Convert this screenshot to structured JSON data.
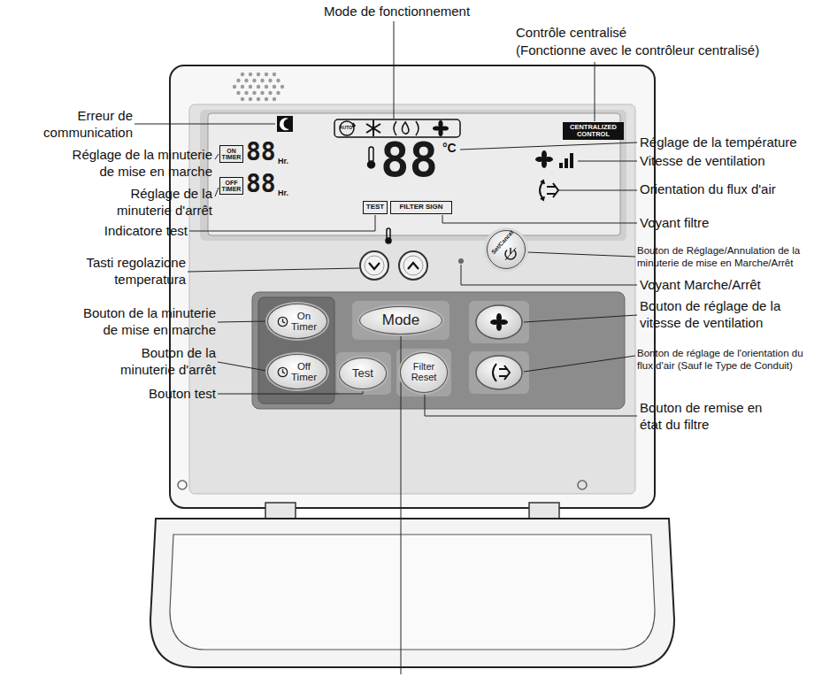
{
  "diagram": {
    "nodes": [
      {
        "text": [
          "CENTRALIZED CONTROL"
        ]
      },
      {
        "text": [
          "ON TIMER"
        ]
      },
      {
        "text": [
          "OFF TIMER"
        ]
      },
      {
        "text": [
          "TEST"
        ]
      },
      {
        "text": [
          "FILTER SIGN"
        ]
      },
      {
        "text": [
          "On Timer"
        ]
      },
      {
        "text": [
          "Mode"
        ]
      },
      {
        "text": [
          "Off Timer"
        ]
      },
      {
        "text": [
          "Test"
        ]
      },
      {
        "text": [
          "Filter Reset"
        ]
      },
      {
        "text": [
          "Set/Cancel"
        ]
      }
    ],
    "labels": [
      "Mode de fonctionnement",
      "Contrôle centralisé",
      "(Fonctionne avec le contrôleur centralisé)",
      "Erreur de communication",
      "Réglage de la minuterie de mise en marche",
      "Réglage de la minuterie d'arrêt",
      "Indicatore test",
      "Tasti regolazione temperatura",
      "Bouton de la minuterie de mise en marche",
      "Bouton de la minuterie d'arrêt",
      "Bouton test",
      "Réglage de la température",
      "Vitesse de ventilation",
      "Orientation du flux d'air",
      "Voyant filtre",
      "Bouton de Réglage/Annulation de la minuterie de mise en Marche/Arrêt",
      "Voyant Marche/Arrêt",
      "Bouton de réglage de la vitesse de ventilation",
      "Bonton de réglage de l'orientation du flux d'air (Sauf le Type de Conduit)",
      "Bouton de remise en état du filtre",
      "88",
      "Hr.",
      "88",
      "Hr.",
      "88",
      "°C",
      "AUTO"
    ]
  }
}
